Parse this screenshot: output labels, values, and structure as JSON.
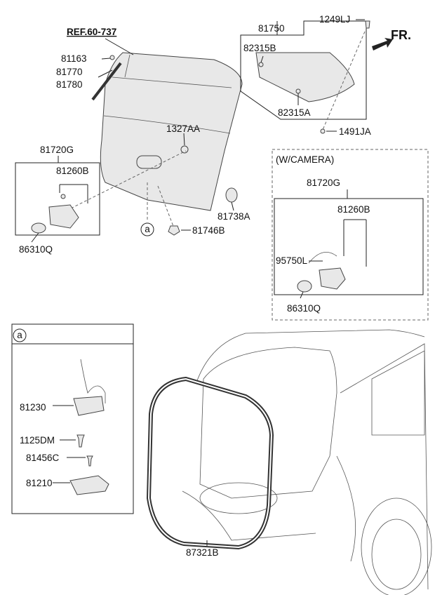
{
  "labels": {
    "ref": "REF.60-737",
    "p81163": "81163",
    "p81770": "81770",
    "p81780": "81780",
    "p1249LJ": "1249LJ",
    "p81750": "81750",
    "fr": "FR.",
    "p82315B": "82315B",
    "p82315A": "82315A",
    "p1491JA": "1491JA",
    "p1327AA": "1327AA",
    "p81720G": "81720G",
    "p81260B": "81260B",
    "p86310Q": "86310Q",
    "p81738A": "81738A",
    "callout_a": "a",
    "p81746B": "81746B",
    "camera_title": "(W/CAMERA)",
    "cam_81720G": "81720G",
    "cam_81260B": "81260B",
    "cam_95750L": "95750L",
    "cam_86310Q": "86310Q",
    "detail_a": "a",
    "p81230": "81230",
    "p1125DM": "1125DM",
    "p81456C": "81456C",
    "p81210": "81210",
    "p87321B": "87321B"
  }
}
